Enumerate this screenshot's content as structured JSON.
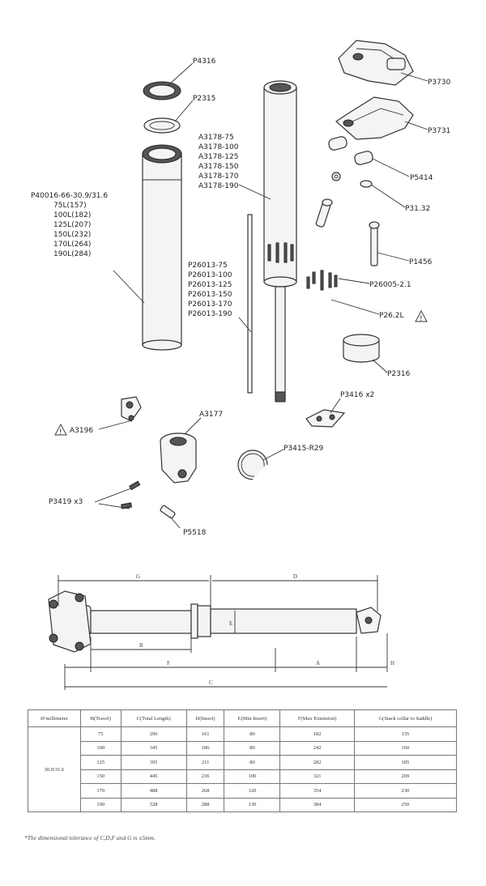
{
  "callouts": {
    "p4316": "P4316",
    "p2315": "P2315",
    "p3730": "P3730",
    "p3731": "P3731",
    "p5414": "P5414",
    "p3132": "P31.32",
    "p1456": "P1456",
    "p26005": "P26005-2.1",
    "p2621": "P26.2L",
    "p2316": "P2316",
    "p3416": "P3416 x2",
    "a3177": "A3177",
    "a3196": "A3196",
    "p3415": "P3415-R29",
    "p3419": "P3419 x3",
    "p5518": "P5518"
  },
  "cartridge_labels": [
    "A3178-75",
    "A3178-100",
    "A3178-125",
    "A3178-150",
    "A3178-170",
    "A3178-190"
  ],
  "tube_labels": [
    "P40016-66-30.9/31.6",
    "75L(157)",
    "100L(182)",
    "125L(207)",
    "150L(232)",
    "170L(264)",
    "190L(284)"
  ],
  "rod_labels": [
    "P26013-75",
    "P26013-100",
    "P26013-125",
    "P26013-150",
    "P26013-170",
    "P26013-190"
  ],
  "dimension_letters": {
    "top_left": "G",
    "top_right": "D",
    "b": "B",
    "f": "F",
    "a": "A",
    "h": "H",
    "c": "C",
    "e": "E"
  },
  "table": {
    "headers": [
      "Ø millimeter",
      "B(Travel)",
      "C(Total Length)",
      "D(Insert)",
      "E(Min Insert)",
      "F(Max Extension)",
      "G(Stack collar to Saddle)"
    ],
    "diameter": "30.9/31.6",
    "rows": [
      [
        "75",
        "296",
        "161",
        "80",
        "182",
        "135"
      ],
      [
        "100",
        "345",
        "186",
        "80",
        "242",
        "160"
      ],
      [
        "125",
        "395",
        "211",
        "80",
        "282",
        "185"
      ],
      [
        "150",
        "445",
        "236",
        "100",
        "321",
        "209"
      ],
      [
        "170",
        "488",
        "268",
        "120",
        "354",
        "230"
      ],
      [
        "190",
        "528",
        "288",
        "130",
        "384",
        "250"
      ]
    ]
  },
  "note": "*The dimensional tolerance of C,D,F and G is ±5mm."
}
